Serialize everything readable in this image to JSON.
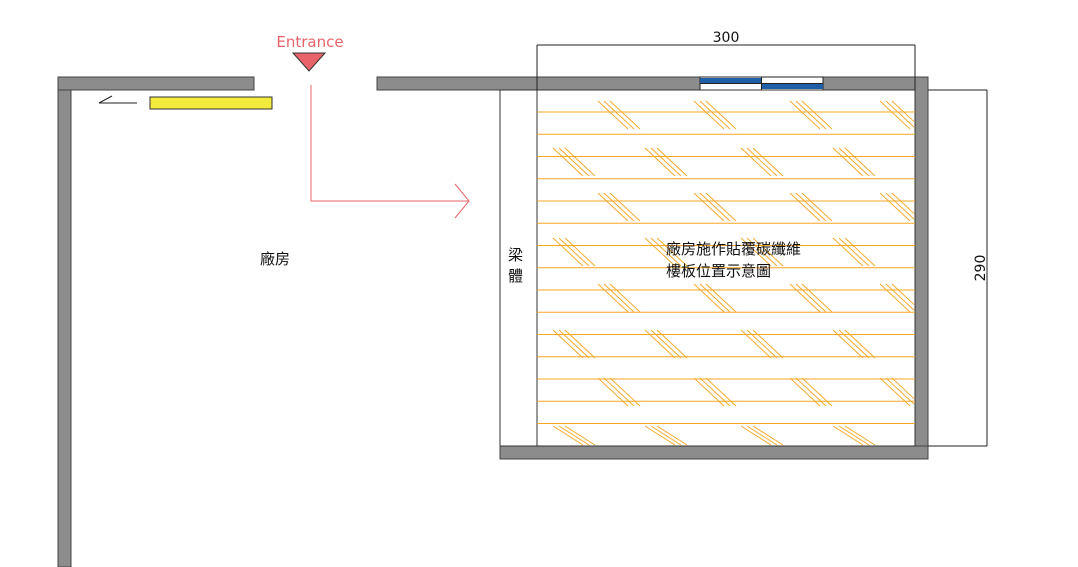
{
  "entrance": {
    "label": "Entrance",
    "color": "#e8646a"
  },
  "rooms": {
    "factory_label": "廠房",
    "beam_label_line1": "梁",
    "beam_label_line2": "體"
  },
  "work_area": {
    "title_line1": "廠房施作貼覆碳纖維",
    "title_line2": "樓板位置示意圖",
    "hatch_color": "#f5a623"
  },
  "dimensions": {
    "width": "300",
    "depth": "290"
  },
  "colors": {
    "wall": "#8c8c8c",
    "window": "#1f5fa8",
    "marker": "#f2ea3c"
  }
}
